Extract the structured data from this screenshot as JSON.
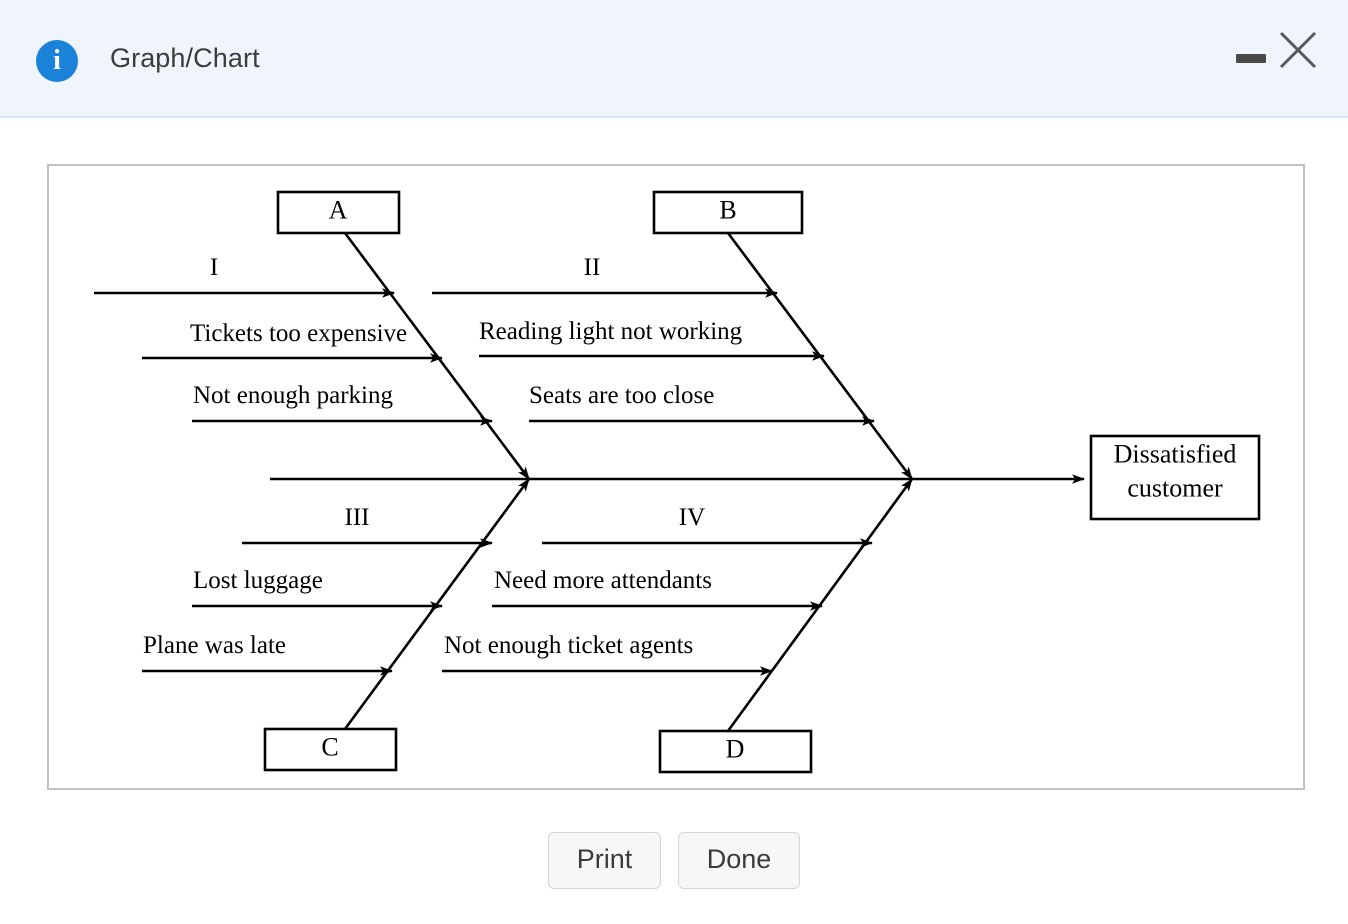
{
  "window": {
    "title": "Graph/Chart",
    "icon": "info-icon",
    "minimize_label": "",
    "close_label": ""
  },
  "footer": {
    "print_label": "Print",
    "done_label": "Done"
  },
  "chart_data": {
    "type": "diagram",
    "diagram_type": "fishbone",
    "title": "Graph/Chart",
    "effect": "Dissatisfied customer",
    "effect_line1": "Dissatisfied",
    "effect_line2": "customer",
    "categories": [
      {
        "box": "A",
        "position": "top-left",
        "causes": [
          "I",
          "Tickets too expensive",
          "Not enough parking"
        ]
      },
      {
        "box": "B",
        "position": "top-right",
        "causes": [
          "II",
          "Reading light not working",
          "Seats are too close"
        ]
      },
      {
        "box": "C",
        "position": "bottom-left",
        "causes": [
          "III",
          "Lost luggage",
          "Plane was late"
        ]
      },
      {
        "box": "D",
        "position": "bottom-right",
        "causes": [
          "IV",
          "Need more attendants",
          "Not enough ticket agents"
        ]
      }
    ],
    "colors": {
      "stroke": "#000000",
      "background": "#ffffff",
      "header": "#eff4fd",
      "accent": "#1a82d8"
    }
  }
}
